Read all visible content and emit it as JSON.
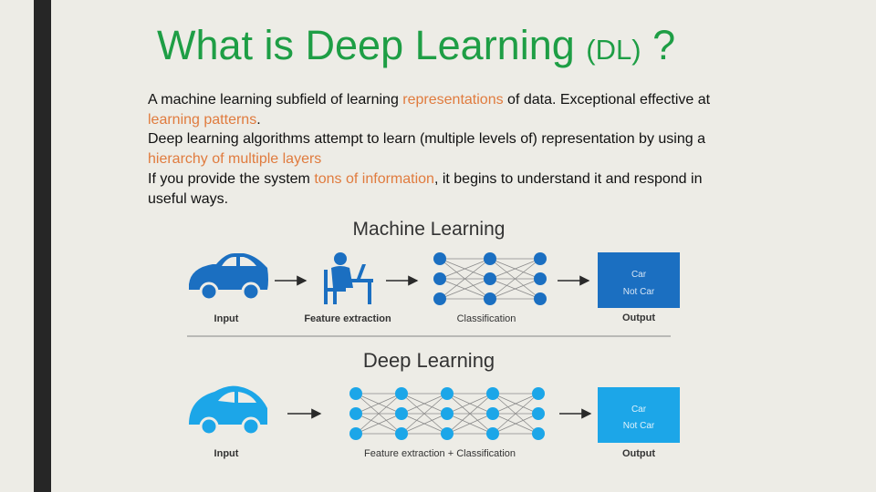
{
  "slide": {
    "title_main": "What is Deep Learning",
    "title_abbr": "(DL)",
    "title_end": "?"
  },
  "paragraphs": [
    {
      "segments": [
        {
          "text": "A machine learning subfield of learning ",
          "highlight": false
        },
        {
          "text": "representations",
          "highlight": true
        },
        {
          "text": " of data. Exceptional effective at ",
          "highlight": false
        },
        {
          "text": "learning patterns",
          "highlight": true
        },
        {
          "text": ".",
          "highlight": false
        }
      ]
    },
    {
      "segments": [
        {
          "text": "Deep learning algorithms attempt to learn (multiple levels of) representation by using a ",
          "highlight": false
        },
        {
          "text": "hierarchy of multiple layers",
          "highlight": true
        }
      ]
    },
    {
      "segments": [
        {
          "text": "If you provide the system ",
          "highlight": false
        },
        {
          "text": "tons of information",
          "highlight": true
        },
        {
          "text": ", it begins to understand it and respond in useful ways.",
          "highlight": false
        }
      ]
    }
  ],
  "diagram": {
    "machine_learning": {
      "heading": "Machine Learning",
      "input_label": "Input",
      "feature_label": "Feature extraction",
      "classification_label": "Classification",
      "output_label": "Output",
      "output_line1": "Car",
      "output_line2": "Not Car"
    },
    "deep_learning": {
      "heading": "Deep Learning",
      "input_label": "Input",
      "combined_label": "Feature extraction + Classification",
      "output_label": "Output",
      "output_line1": "Car",
      "output_line2": "Not Car"
    }
  },
  "colors": {
    "title": "#1e9e45",
    "highlight": "#e07b3e",
    "ml_blue": "#1b6fc1",
    "dl_blue": "#1ca6e8"
  },
  "icons": {
    "ml_input": "car-icon",
    "ml_feature": "person-at-desk-icon",
    "dl_input": "car-icon"
  }
}
